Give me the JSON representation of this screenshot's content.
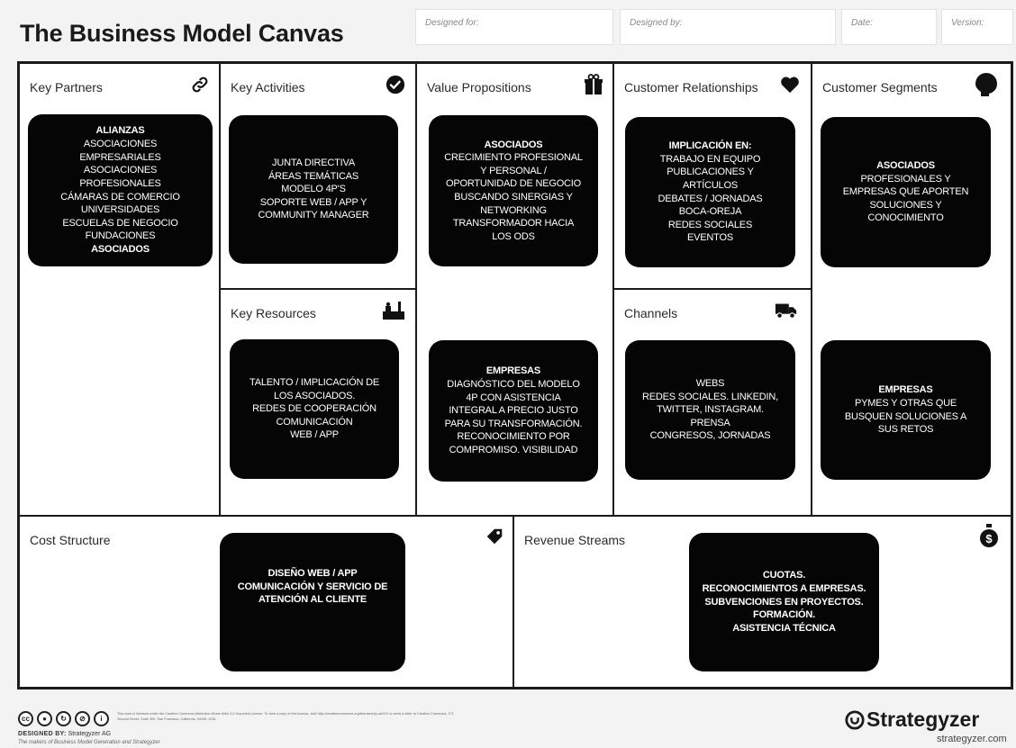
{
  "title": "The Business Model Canvas",
  "meta": {
    "designed_for": "Designed for:",
    "designed_by": "Designed by:",
    "date": "Date:",
    "version": "Version:"
  },
  "blocks": {
    "key_partners": {
      "label": "Key Partners",
      "icon": "link-icon"
    },
    "key_activities": {
      "label": "Key Activities",
      "icon": "check-circle-icon"
    },
    "key_resources": {
      "label": "Key Resources",
      "icon": "factory-icon"
    },
    "value_propositions": {
      "label": "Value Propositions",
      "icon": "gift-icon"
    },
    "customer_relationships": {
      "label": "Customer Relationships",
      "icon": "heart-icon"
    },
    "channels": {
      "label": "Channels",
      "icon": "truck-icon"
    },
    "customer_segments": {
      "label": "Customer Segments",
      "icon": "head-icon"
    },
    "cost_structure": {
      "label": "Cost Structure",
      "icon": "tag-icon"
    },
    "revenue_streams": {
      "label": "Revenue Streams",
      "icon": "money-bag-icon"
    }
  },
  "notes": {
    "key_partners": [
      {
        "t": "ALIANZAS",
        "b": true
      },
      {
        "t": "ASOCIACIONES"
      },
      {
        "t": "EMPRESARIALES"
      },
      {
        "t": "ASOCIACIONES"
      },
      {
        "t": "PROFESIONALES"
      },
      {
        "t": "CÁMARAS DE COMERCIO"
      },
      {
        "t": "UNIVERSIDADES"
      },
      {
        "t": "ESCUELAS DE NEGOCIO"
      },
      {
        "t": "FUNDACIONES"
      },
      {
        "t": "ASOCIADOS",
        "b": true
      }
    ],
    "key_activities": [
      {
        "t": "JUNTA DIRECTIVA"
      },
      {
        "t": "ÁREAS TEMÁTICAS"
      },
      {
        "t": "MODELO 4P'S"
      },
      {
        "t": "SOPORTE WEB / APP Y"
      },
      {
        "t": "COMMUNITY MANAGER"
      }
    ],
    "key_resources": [
      {
        "t": "TALENTO / IMPLICACIÓN DE"
      },
      {
        "t": "LOS ASOCIADOS."
      },
      {
        "t": "REDES DE COOPERACIÓN"
      },
      {
        "t": "COMUNICACIÓN"
      },
      {
        "t": "WEB / APP"
      }
    ],
    "value_prop_1": [
      {
        "t": "ASOCIADOS",
        "b": true
      },
      {
        "t": "CRECIMIENTO PROFESIONAL"
      },
      {
        "t": "Y PERSONAL /"
      },
      {
        "t": "OPORTUNIDAD DE NEGOCIO"
      },
      {
        "t": "BUSCANDO SINERGIAS Y"
      },
      {
        "t": "NETWORKING"
      },
      {
        "t": "TRANSFORMADOR HACIA"
      },
      {
        "t": "LOS ODS"
      }
    ],
    "value_prop_2": [
      {
        "t": "EMPRESAS",
        "b": true
      },
      {
        "t": "DIAGNÓSTICO DEL MODELO"
      },
      {
        "t": "4P CON ASISTENCIA"
      },
      {
        "t": "INTEGRAL A PRECIO JUSTO"
      },
      {
        "t": "PARA SU TRANSFORMACIÓN."
      },
      {
        "t": "RECONOCIMIENTO POR"
      },
      {
        "t": "COMPROMISO. VISIBILIDAD"
      }
    ],
    "customer_relationships": [
      {
        "t": "IMPLICACIÓN EN:",
        "b": true
      },
      {
        "t": "TRABAJO EN EQUIPO"
      },
      {
        "t": "PUBLICACIONES Y"
      },
      {
        "t": "ARTÍCULOS"
      },
      {
        "t": "DEBATES / JORNADAS"
      },
      {
        "t": "BOCA-OREJA"
      },
      {
        "t": "REDES SOCIALES"
      },
      {
        "t": "EVENTOS"
      }
    ],
    "channels": [
      {
        "t": "WEBS"
      },
      {
        "t": "REDES SOCIALES. LINKEDIN,"
      },
      {
        "t": "TWITTER, INSTAGRAM."
      },
      {
        "t": "PRENSA"
      },
      {
        "t": "CONGRESOS, JORNADAS"
      }
    ],
    "segments_1": [
      {
        "t": "ASOCIADOS",
        "b": true
      },
      {
        "t": "PROFESIONALES Y"
      },
      {
        "t": "EMPRESAS QUE APORTEN"
      },
      {
        "t": "SOLUCIONES Y"
      },
      {
        "t": "CONOCIMIENTO"
      }
    ],
    "segments_2": [
      {
        "t": "EMPRESAS",
        "b": true
      },
      {
        "t": "PYMES Y OTRAS QUE"
      },
      {
        "t": "BUSQUEN SOLUCIONES A"
      },
      {
        "t": "SUS RETOS"
      }
    ],
    "cost_structure": [
      {
        "t": "DISEÑO WEB / APP",
        "b": true
      },
      {
        "t": "COMUNICACIÓN Y SERVICIO DE",
        "b": true
      },
      {
        "t": "ATENCIÓN AL CLIENTE",
        "b": true
      }
    ],
    "revenue_streams": [
      {
        "t": "CUOTAS.",
        "b": true
      },
      {
        "t": "RECONOCIMIENTOS A EMPRESAS.",
        "b": true
      },
      {
        "t": "SUBVENCIONES  EN PROYECTOS.",
        "b": true
      },
      {
        "t": "FORMACIÓN.",
        "b": true
      },
      {
        "t": "ASISTENCIA TÉCNICA",
        "b": true
      }
    ]
  },
  "footer": {
    "license_text": "This work is licensed under the Creative Commons Attribution-Share Alike 3.0 Unported License. To view a copy of this license, visit: http://creativecommons.org/licenses/by-sa/3.0/ or send a letter to Creative Commons, 171 Second Street, Suite 300, San Francisco, California, 94105, USA.",
    "designed_by_label": "DESIGNED BY:",
    "designed_by_value": "Strategyzer AG",
    "tagline": "The makers of Business Model Generation and Strategyzer",
    "brand": "Strategyzer",
    "url": "strategyzer.com"
  }
}
